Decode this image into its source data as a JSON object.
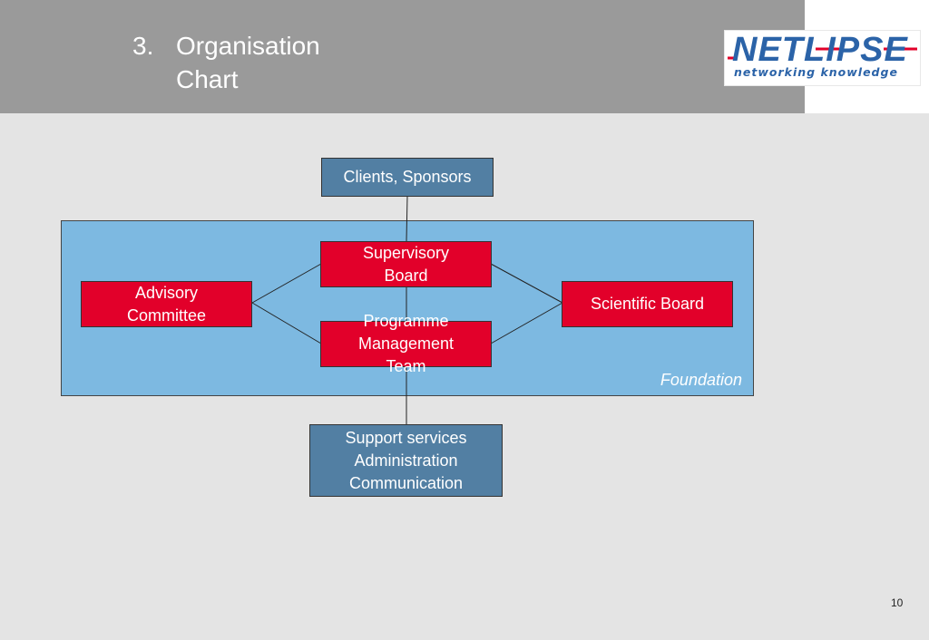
{
  "header": {
    "number": "3.",
    "title": "Organisation\nChart"
  },
  "logo": {
    "main": "NETLIPSE",
    "tagline": "networking knowledge"
  },
  "diagram": {
    "foundation_label": "Foundation",
    "nodes": {
      "clients_sponsors": "Clients, Sponsors",
      "supervisory_board": "Supervisory\nBoard",
      "advisory_committee": "Advisory\nCommittee",
      "scientific_board": "Scientific Board",
      "programme_management": "Programme\nManagement\nTeam",
      "support_services": "Support services\nAdministration\nCommunication"
    },
    "colors": {
      "blue_box": "#527fa3",
      "red_box": "#e2002a",
      "foundation": "#7db9e1"
    }
  },
  "footer": {
    "page_number": "10"
  }
}
